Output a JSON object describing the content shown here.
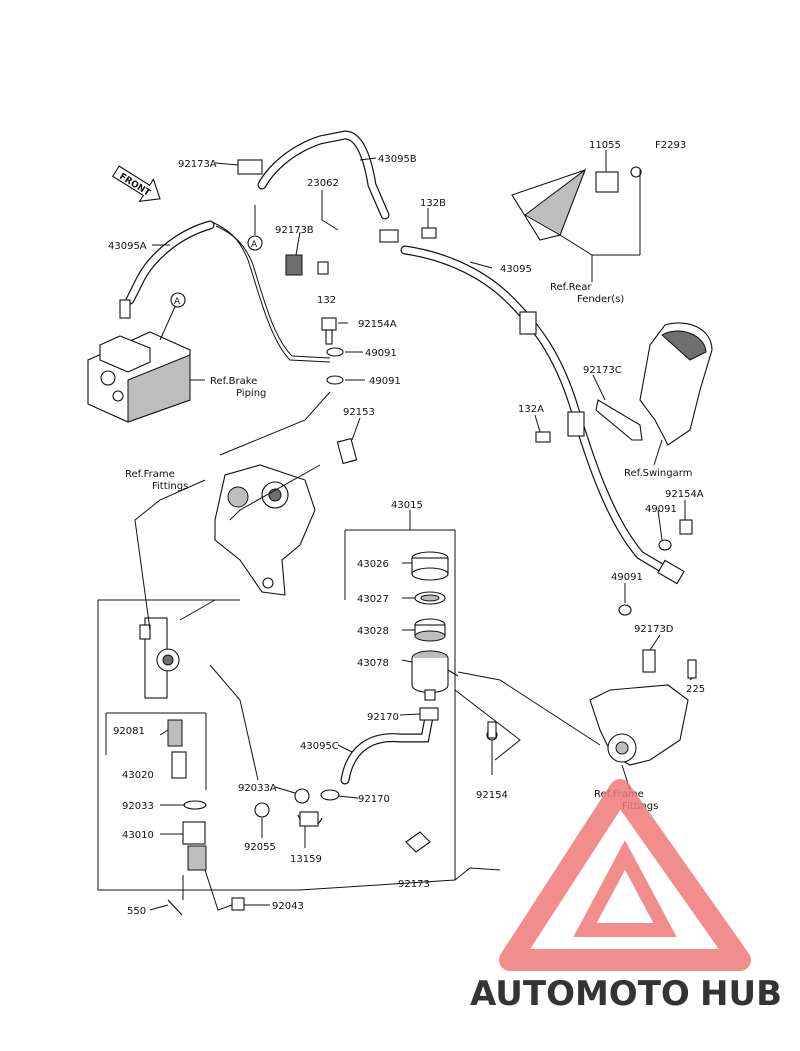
{
  "front_arrow": {
    "text": "FRONT"
  },
  "callouts": {
    "c92173A": "92173A",
    "c43095B": "43095B",
    "c23062": "23062",
    "c132B": "132B",
    "c92173B": "92173B",
    "c132": "132",
    "c43095A": "43095A",
    "c43095": "43095",
    "c11055": "11055",
    "cF2293": "F2293",
    "c92154A_1": "92154A",
    "c49091_1": "49091",
    "c49091_2": "49091",
    "c92153": "92153",
    "c92173C": "92173C",
    "c132A": "132A",
    "c92154A_2": "92154A",
    "c49091_3": "49091",
    "c49091_4": "49091",
    "c43015": "43015",
    "c43026": "43026",
    "c43027": "43027",
    "c43028": "43028",
    "c43078": "43078",
    "c92173D": "92173D",
    "c225": "225",
    "c92081": "92081",
    "c43020": "43020",
    "c92170_1": "92170",
    "c43095C": "43095C",
    "c92033A": "92033A",
    "c92170_2": "92170",
    "c92154": "92154",
    "c92033": "92033",
    "c43010": "43010",
    "c92055": "92055",
    "c13159": "13159",
    "c92173": "92173",
    "c550": "550",
    "c92043": "92043"
  },
  "markers": {
    "circle_a_1": "A",
    "circle_a_2": "A"
  },
  "refs": {
    "rear_fender_1": "Ref.Rear",
    "rear_fender_2": "Fender(s)",
    "brake_piping_1": "Ref.Brake",
    "brake_piping_2": "Piping",
    "frame_fittings_top_1": "Ref.Frame",
    "frame_fittings_top_2": "Fittings",
    "swingarm": "Ref.Swingarm",
    "frame_fittings_bottom_1": "Ref.Frame",
    "frame_fittings_bottom_2": "Fittings"
  },
  "watermark": {
    "part1": "AUTOMOTO",
    "part2": "HUB",
    "color_orange": "#f6b23b",
    "color_gray": "#8c8c8c",
    "color_red": "#f07a7a"
  }
}
